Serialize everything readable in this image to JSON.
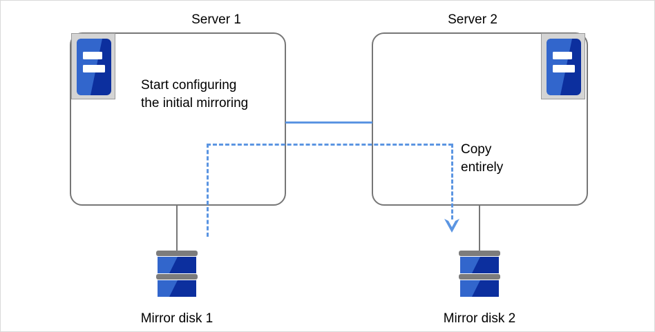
{
  "diagram": {
    "title_left": "Server 1",
    "title_right": "Server 2",
    "left_box_text_line1": "Start configuring",
    "left_box_text_line2": "the initial mirroring",
    "copy_label_line1": "Copy",
    "copy_label_line2": "entirely",
    "disk_label_left": "Mirror disk 1",
    "disk_label_right": "Mirror disk 2",
    "icons": {
      "server_icon_left": "server-icon",
      "server_icon_right": "server-icon",
      "disk_icon_left": "mirror-disk-icon",
      "disk_icon_right": "mirror-disk-icon",
      "arrow": "arrow-down-icon"
    },
    "colors": {
      "blue_light": "#3266cc",
      "blue_dark": "#0c2f9e",
      "line_blue": "#5b95e2",
      "line_gray": "#767676",
      "icon_frame": "#d4d4d4",
      "disk_bar": "#7c7c7c",
      "background": "#ffffff"
    }
  }
}
